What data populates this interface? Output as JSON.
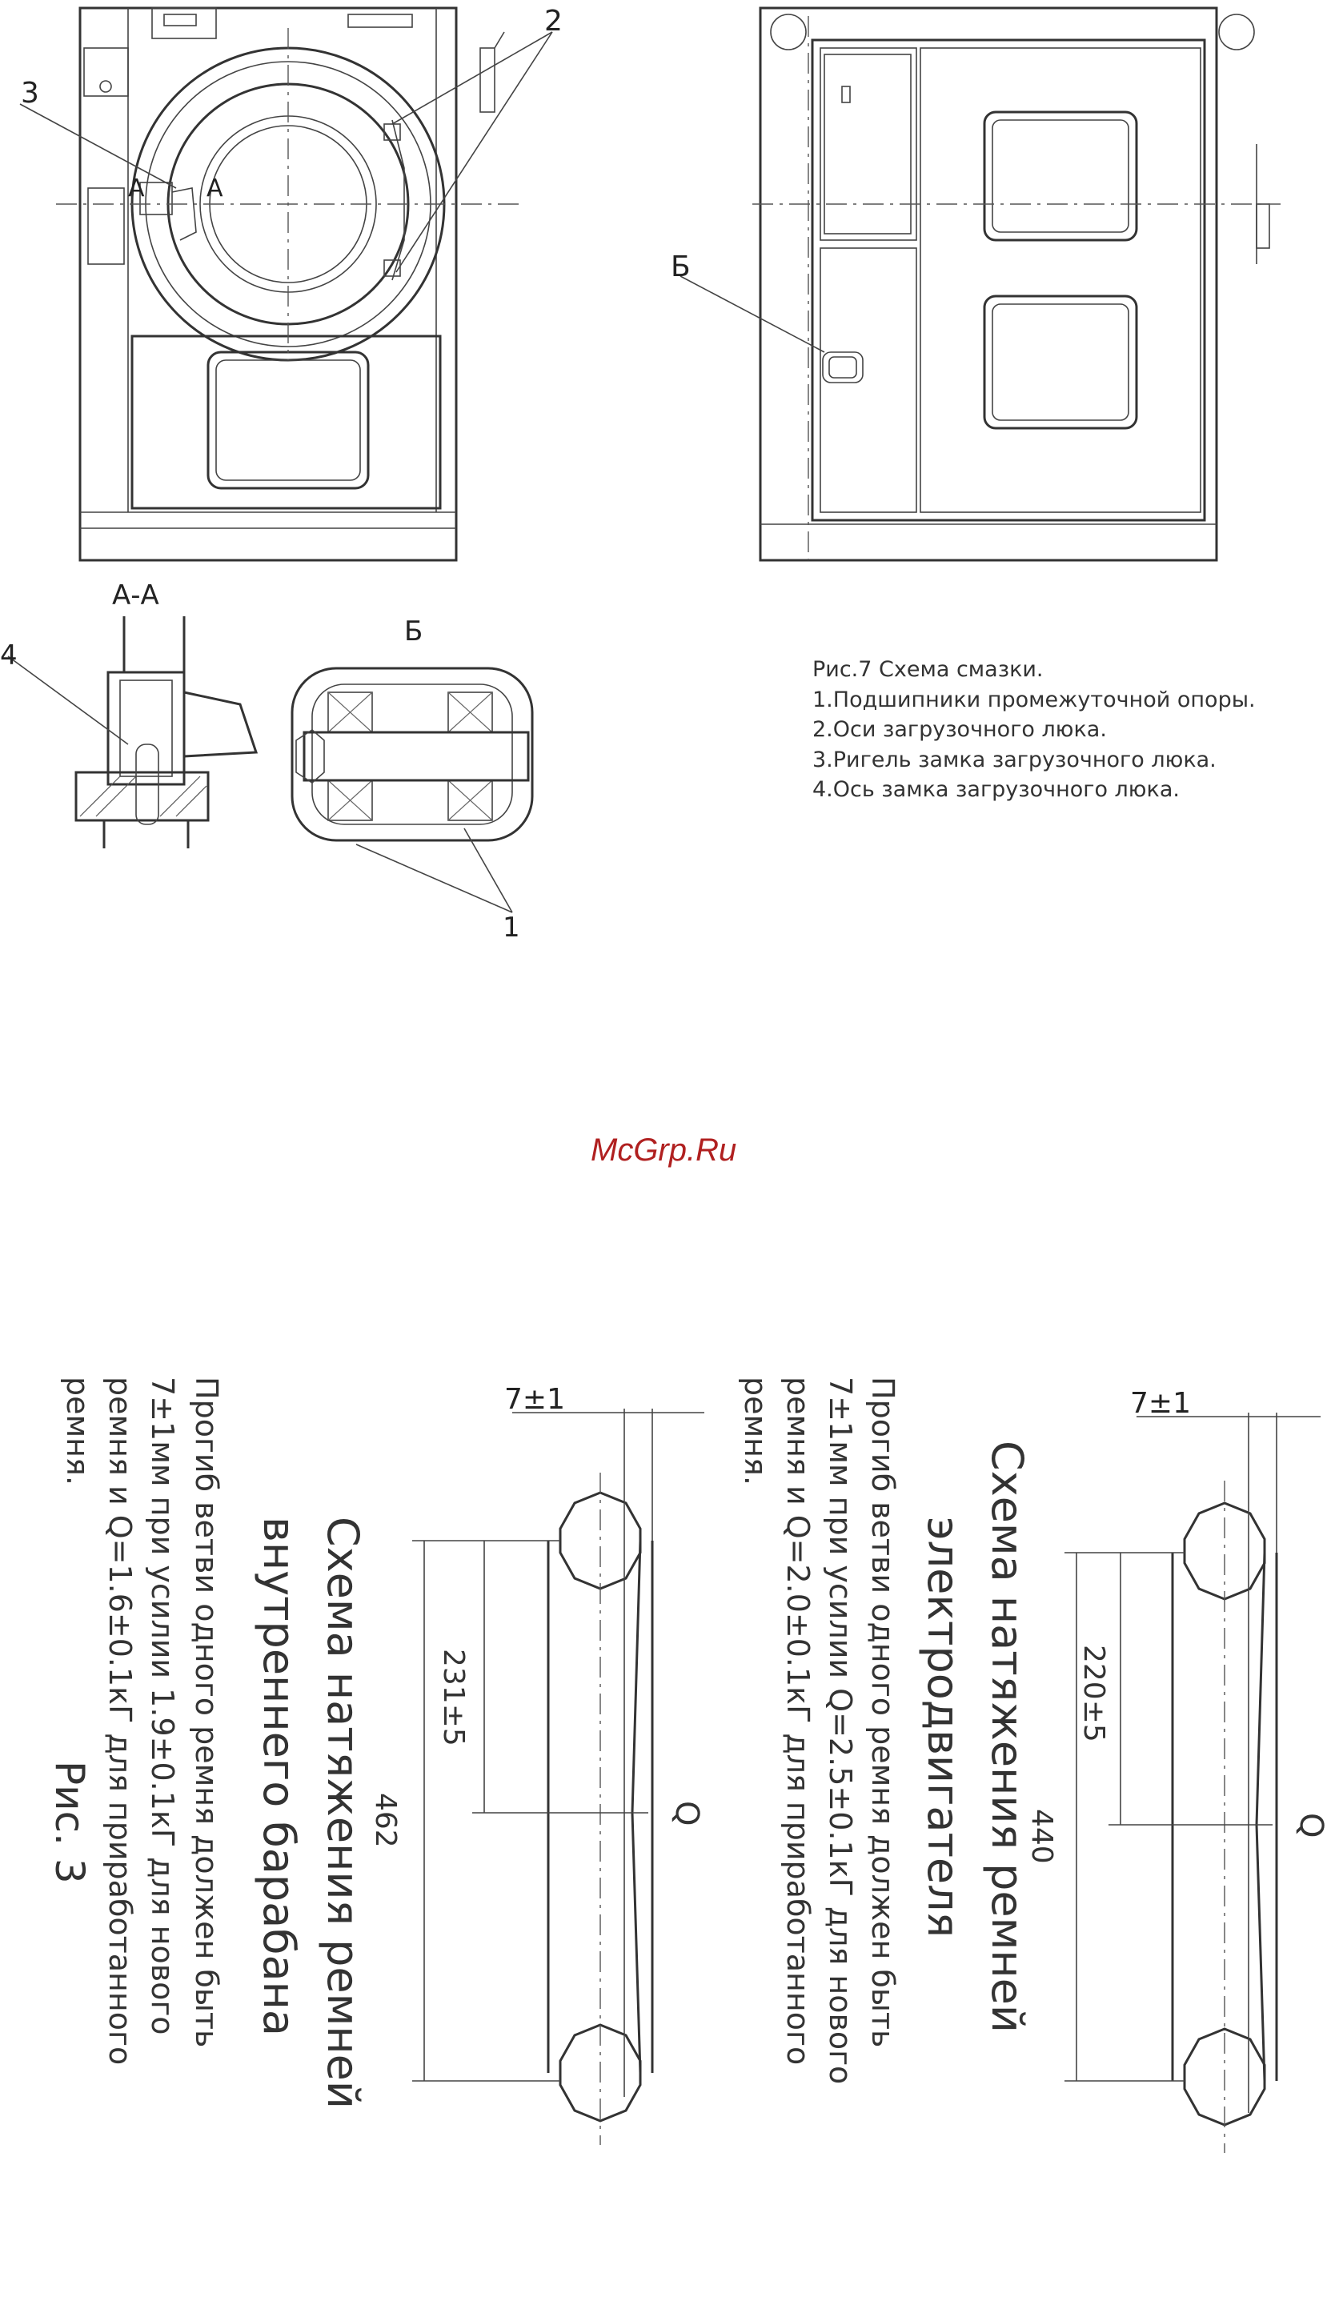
{
  "top_views": {
    "callout_2": "2",
    "callout_3": "3",
    "callout_b": "Б",
    "section_label_a": "А",
    "section_label_a2": "А"
  },
  "details": {
    "section_aa_title": "А-А",
    "view_b_title": "Б",
    "callout_4": "4",
    "callout_1": "1"
  },
  "caption": {
    "title": "Рис.7  Схема смазки.",
    "items": [
      "1.Подшипники промежуточной опоры.",
      "2.Оси загрузочного люка.",
      "3.Ригель замка загрузочного люка.",
      "4.Ось замка загрузочного люка."
    ]
  },
  "watermark": "McGrp.Ru",
  "belt_scheme_left": {
    "title_line1": "Схема натяжения ремней",
    "title_line2": "внутреннего барабана",
    "note_line1": "Прогиб ветви одного ремня должен быть",
    "note_line2": "7±1мм при усилии 1.9±0.1кГ для нового",
    "note_line3": "ремня и Q=1.6±0.1кГ для приработанного",
    "note_line4": "ремня.",
    "fig_label": "Рис. 3",
    "dim_deflection": "7±1",
    "dim_half": "231±5",
    "dim_total": "462",
    "force_label": "Q"
  },
  "belt_scheme_right": {
    "title_line1": "Схема натяжения ремней",
    "title_line2": "электродвигателя",
    "note_line1": "Прогиб ветви одного ремня должен быть",
    "note_line2": "7±1мм при усилии Q=2.5±0.1кГ для нового",
    "note_line3": "ремня и Q=2.0±0.1кГ для приработанного",
    "note_line4": "ремня.",
    "dim_deflection": "7±1",
    "dim_half": "220±5",
    "dim_total": "440",
    "force_label": "Q"
  }
}
